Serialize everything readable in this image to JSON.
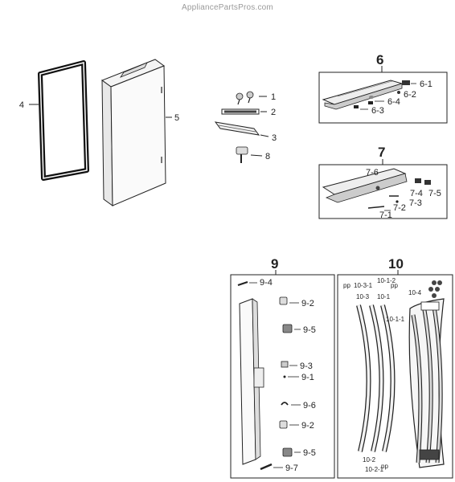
{
  "watermark": "AppliancePartsPros.com",
  "parts": {
    "p1": "1",
    "p2": "2",
    "p3": "3",
    "p4": "4",
    "p5": "5",
    "p8": "8"
  },
  "group6": {
    "title": "6",
    "labels": {
      "a": "6-1",
      "b": "6-2",
      "c": "6-4",
      "d": "6-3"
    }
  },
  "group7": {
    "title": "7",
    "labels": {
      "a": "7-6",
      "b": "7-4",
      "c": "7-5",
      "d": "7-3",
      "e": "7-2",
      "f": "7-1"
    }
  },
  "group9": {
    "title": "9",
    "labels": {
      "a": "9-4",
      "b": "9-2",
      "c": "9-5",
      "d": "9-3",
      "e": "9-1",
      "f": "9-6",
      "g": "9-2",
      "h": "9-5",
      "i": "9-7"
    }
  },
  "group10": {
    "title": "10",
    "labels": {
      "a": "10-3-1",
      "b": "10-1-2",
      "c": "10-4",
      "d": "10-3",
      "e": "10-1",
      "f": "10-1-1",
      "g": "10-2",
      "h": "10-2-1"
    }
  }
}
